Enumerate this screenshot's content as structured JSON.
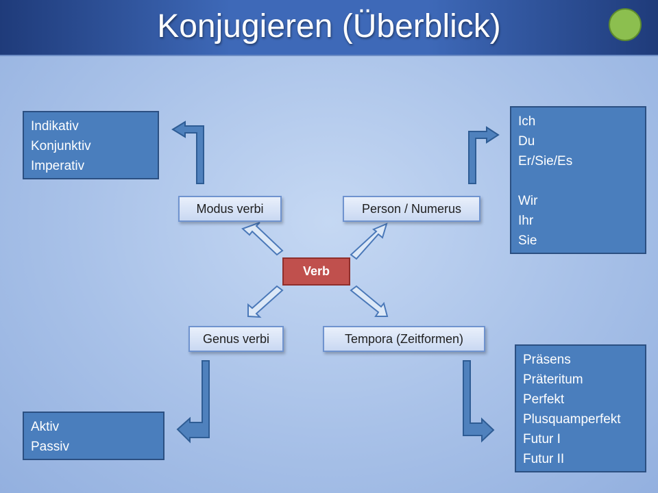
{
  "title": "Konjugieren (Überblick)",
  "center": "Verb",
  "categories": {
    "modus": "Modus verbi",
    "person": "Person / Numerus",
    "genus": "Genus verbi",
    "tempora": "Tempora (Zeitformen)"
  },
  "boxes": {
    "modus": [
      "Indikativ",
      "Konjunktiv",
      "Imperativ"
    ],
    "person": [
      "Ich",
      "Du",
      "Er/Sie/Es",
      "",
      "Wir",
      "Ihr",
      "Sie"
    ],
    "genus": [
      "Aktiv",
      "Passiv"
    ],
    "tempora": [
      "Präsens",
      "Präteritum",
      "Perfekt",
      "Plusquamperfekt",
      "Futur I",
      "Futur II"
    ]
  },
  "colors": {
    "accent_circle": "#8cbf4f",
    "box_fill": "#4a7ebd",
    "verb_fill": "#c0504d",
    "header": "#3e69b8"
  }
}
